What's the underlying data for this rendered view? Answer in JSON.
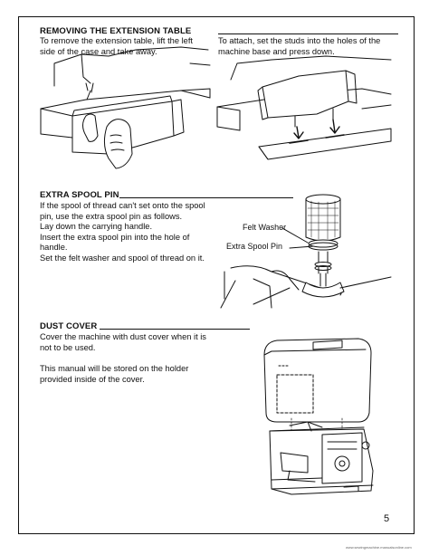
{
  "sections": {
    "extension_table": {
      "heading": "REMOVING THE EXTENSION TABLE",
      "text_left": "To remove the extension table, lift the left\nside of the case and take away.",
      "text_right": "To attach, set the studs into the holes of the\nmachine base and press down."
    },
    "spool_pin": {
      "heading": "EXTRA SPOOL PIN",
      "text": "If the spool of thread can't set onto the spool\npin, use the extra spool pin as follows.\nLay down the carrying handle.\nInsert the extra spool pin into the hole of\nhandle.\nSet the felt washer and spool of thread on it.",
      "label_felt_washer": "Felt Washer",
      "label_spool_pin": "Extra Spool Pin"
    },
    "dust_cover": {
      "heading": "DUST COVER",
      "text1": "Cover the machine with dust cover when it is\nnot to be used.",
      "text2": "This manual will be stored on the holder\nprovided inside of the cover."
    }
  },
  "page_number": "5",
  "watermark": "www.sewingmachine.manualsonline.com"
}
